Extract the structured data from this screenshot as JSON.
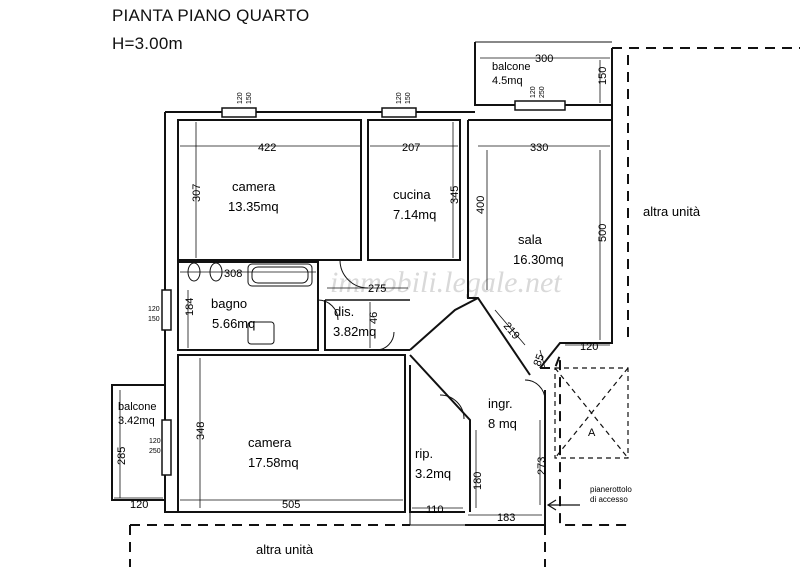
{
  "header": {
    "title": "PIANTA PIANO QUARTO",
    "height": "H=3.00m"
  },
  "rooms": {
    "camera1": {
      "name": "camera",
      "area": "13.35mq"
    },
    "cucina": {
      "name": "cucina",
      "area": "7.14mq"
    },
    "sala": {
      "name": "sala",
      "area": "16.30mq"
    },
    "bagno": {
      "name": "bagno",
      "area": "5.66mq"
    },
    "dis": {
      "name": "dis.",
      "area": "3.82mq"
    },
    "ingr": {
      "name": "ingr.",
      "area": "8 mq"
    },
    "rip": {
      "name": "rip.",
      "area": "3.2mq"
    },
    "camera2": {
      "name": "camera",
      "area": "17.58mq"
    },
    "balcone_top": {
      "name": "balcone",
      "area": "4.5mq"
    },
    "balcone_left": {
      "name": "balcone",
      "area": "3.42mq"
    }
  },
  "labels": {
    "altra_unita_right": "altra unità",
    "altra_unita_bottom": "altra unità",
    "pianerottolo_1": "pianerottolo",
    "pianerottolo_2": "di accesso",
    "stair_mark": "A",
    "watermark": "immobili.legale.net"
  },
  "dimensions": {
    "d300": "300",
    "d150_balc": "150",
    "d422": "422",
    "d207": "207",
    "d330": "330",
    "d307": "307",
    "d345": "345",
    "d400": "400",
    "d500": "500",
    "d308": "308",
    "d275": "275",
    "d184": "184",
    "d46": "46",
    "d219": "219",
    "d85": "85",
    "d120_sala": "120",
    "d348": "348",
    "d285": "285",
    "d120_balc": "120",
    "d505": "505",
    "d110": "110",
    "d183": "183",
    "d180": "180",
    "d273": "273"
  },
  "windows": {
    "w1_a": "120",
    "w1_b": "150",
    "w2_a": "120",
    "w2_b": "150",
    "w3_a": "120",
    "w3_b": "250",
    "w4_a": "120",
    "w4_b": "150",
    "w5_a": "120",
    "w5_b": "250"
  }
}
